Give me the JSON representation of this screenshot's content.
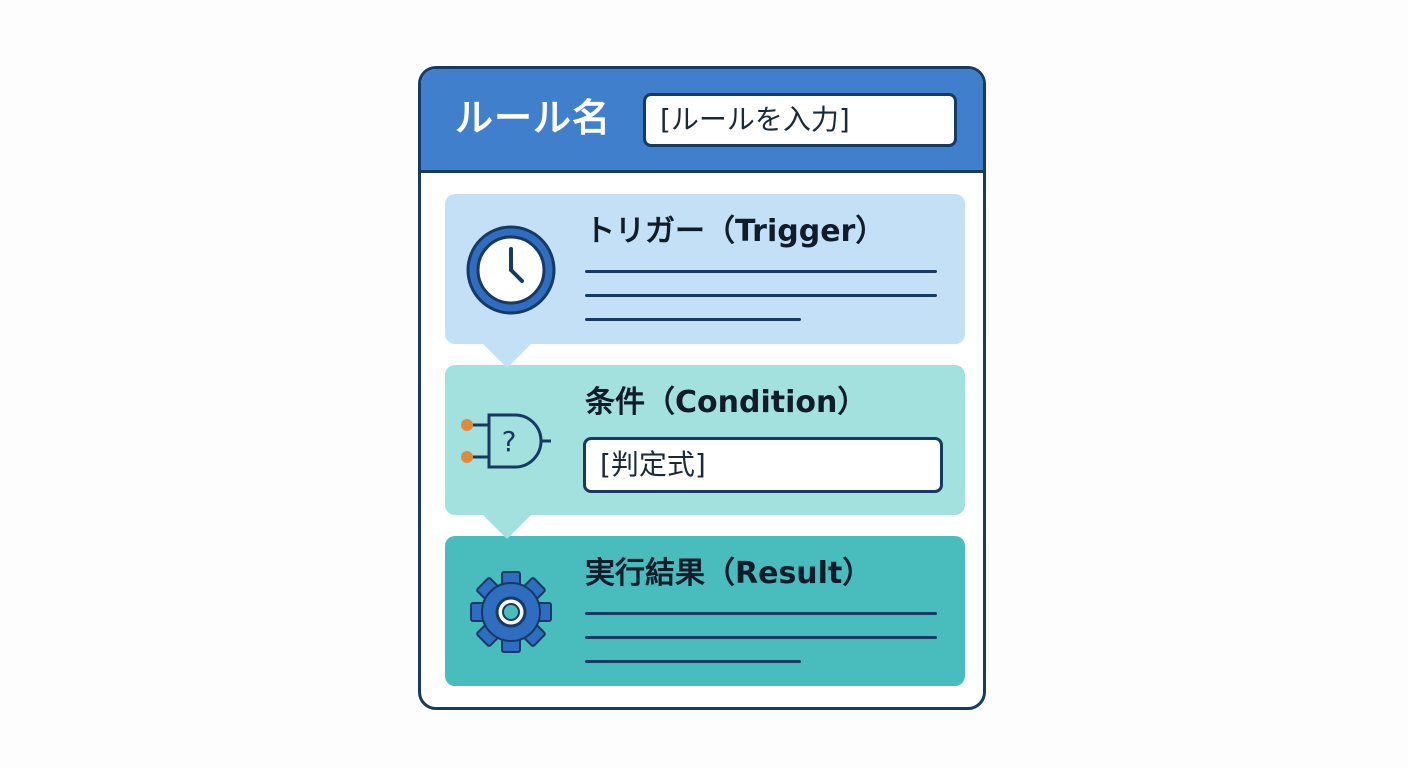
{
  "rule": {
    "title": "ルール名",
    "name_input_placeholder": "[ルールを入力]"
  },
  "trigger": {
    "title": "トリガー（Trigger）",
    "icon": "clock-icon"
  },
  "condition": {
    "title": "条件（Condition）",
    "icon": "logic-gate-question-icon",
    "expression_placeholder": "[判定式]"
  },
  "result": {
    "title": "実行結果（Result）",
    "icon": "gear-icon"
  },
  "colors": {
    "header": "#3f7fcb",
    "border": "#173a63",
    "trigger_bg": "#c3e0f7",
    "condition_bg": "#a3e1de",
    "result_bg": "#49bcbd",
    "icon_blue": "#2f6dc0",
    "input_dot": "#e08a3c"
  }
}
